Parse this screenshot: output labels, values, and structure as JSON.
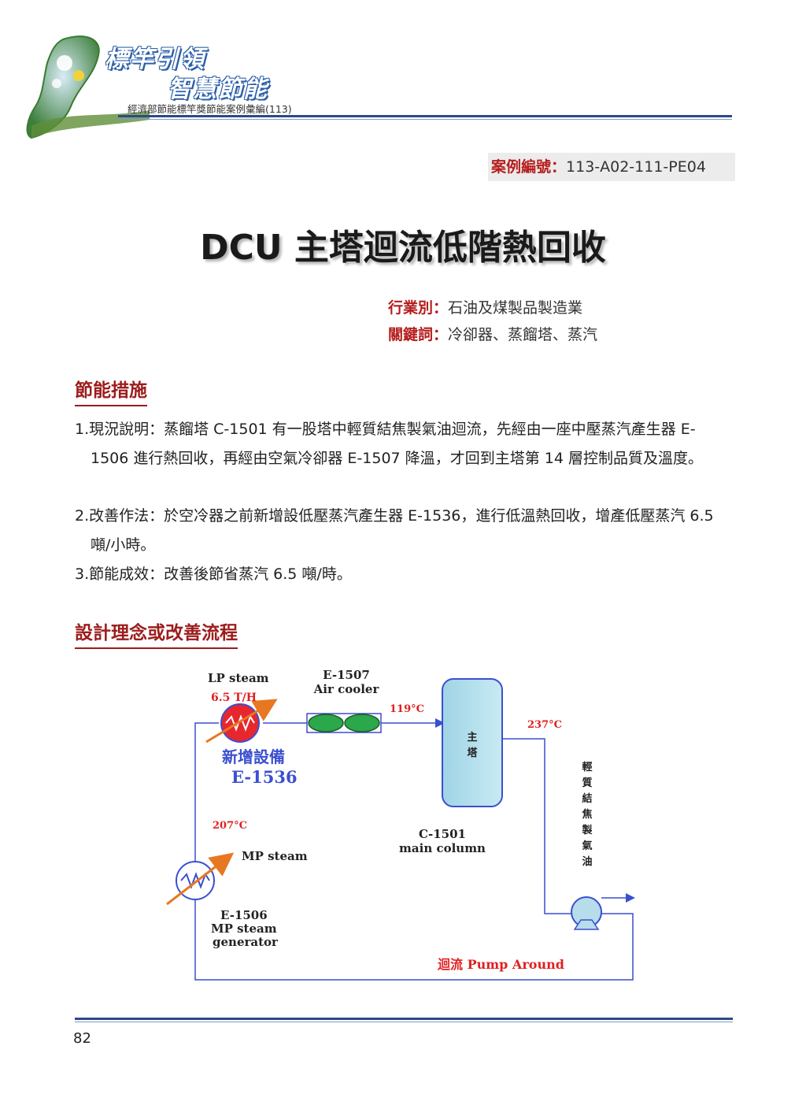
{
  "header": {
    "logo_line1": "標竿引領",
    "logo_line2": "智慧節能",
    "subtitle": "經濟部節能標竿獎節能案例彙編(113)"
  },
  "case": {
    "label": "案例編號：",
    "value": "113-A02-111-PE04"
  },
  "title": "DCU 主塔迴流低階熱回收",
  "meta": {
    "industry_label": "行業別：",
    "industry_value": "石油及煤製品製造業",
    "keywords_label": "關鍵詞：",
    "keywords_value": "冷卻器、蒸餾塔、蒸汽"
  },
  "sections": {
    "measures_title": "節能措施",
    "design_title": "設計理念或改善流程"
  },
  "paragraphs": [
    "1.現況說明：蒸餾塔 C-1501 有一股塔中輕質結焦製氣油迴流，先經由一座中壓蒸汽產生器 E-1506 進行熱回收，再經由空氣冷卻器 E-1507 降溫，才回到主塔第 14 層控制品質及溫度。",
    "2.改善作法：於空冷器之前新增設低壓蒸汽產生器 E-1536，進行低溫熱回收，增產低壓蒸汽 6.5 噸/小時。",
    "3.節能成效：改善後節省蒸汽 6.5 噸/時。"
  ],
  "diagram": {
    "lp_steam": "LP steam",
    "lp_rate": "6.5 T/H",
    "air_cooler_id": "E-1507",
    "air_cooler": "Air cooler",
    "temp_119": "119°C",
    "temp_237": "237°C",
    "column_label_1": "主",
    "column_label_2": "塔",
    "new_equipment": "新增設備",
    "new_equipment_id": "E-1536",
    "temp_207": "207°C",
    "mp_steam": "MP steam",
    "column_id": "C-1501",
    "column_name": "main column",
    "oil_chars": [
      "輕",
      "質",
      "結",
      "焦",
      "製",
      "氣",
      "油"
    ],
    "gen_id": "E-1506",
    "gen_line1": "MP steam",
    "gen_line2": "generator",
    "pump_around": "迴流 Pump Around"
  },
  "page_number": "82",
  "colors": {
    "accent_red": "#b51d1d",
    "rule_blue": "#2c4a86",
    "diagram_blue": "#3a4fd0"
  }
}
